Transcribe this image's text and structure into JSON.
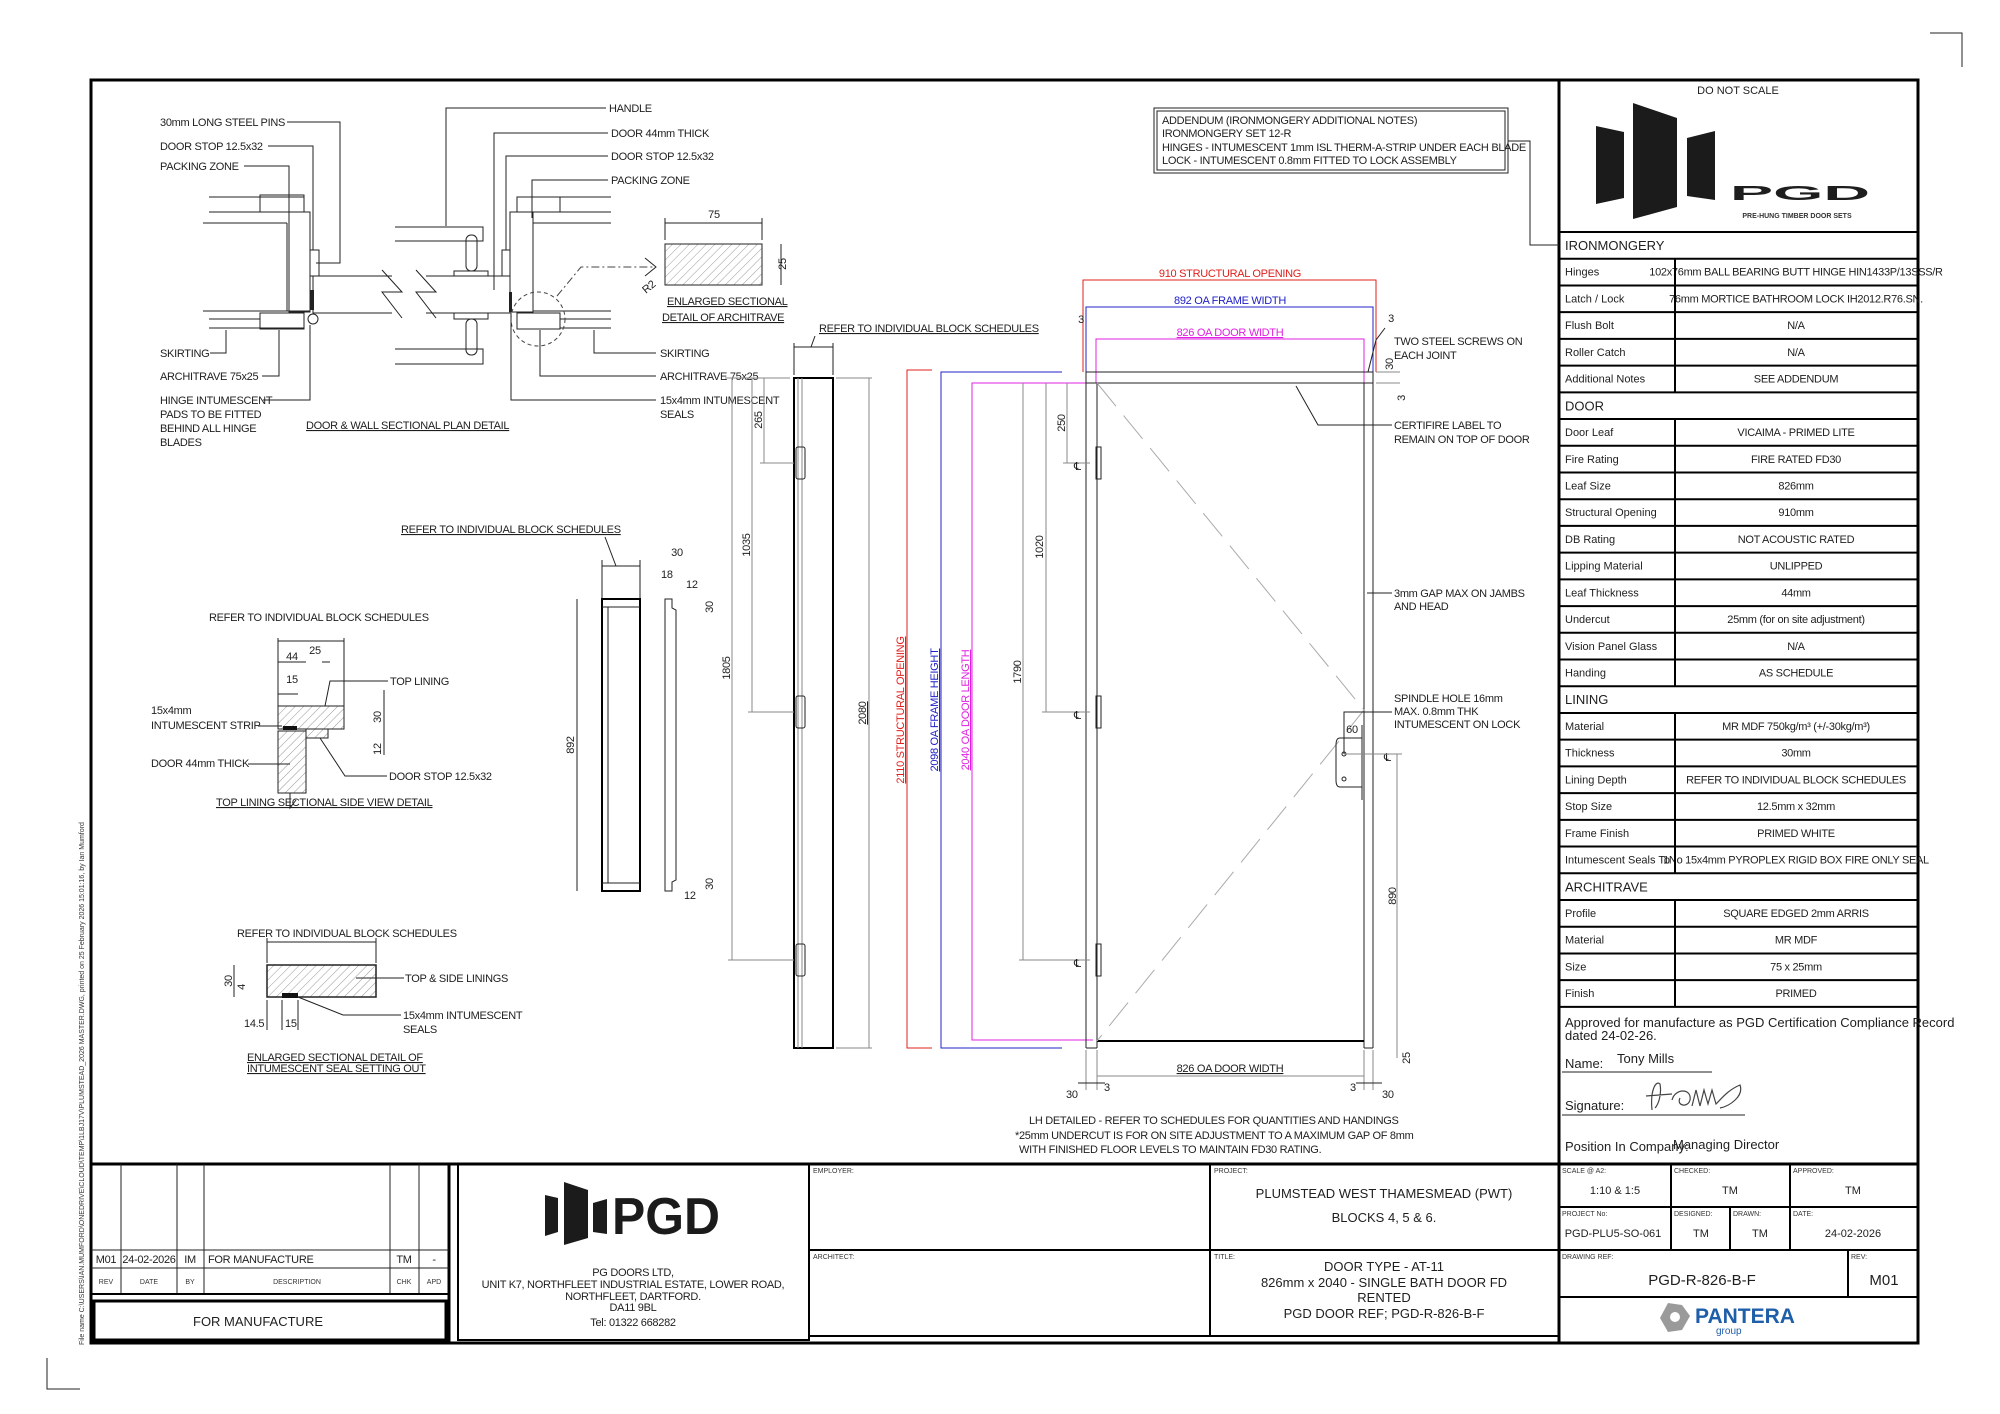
{
  "header": {
    "do_not_scale": "DO NOT SCALE",
    "logo_text": "PGD",
    "logo_tagline": "PRE-HUNG TIMBER DOOR SETS"
  },
  "spec": {
    "sections": [
      {
        "title": "IRONMONGERY",
        "rows": [
          {
            "label": "Hinges",
            "value": "102x76mm BALL BEARING BUTT HINGE HIN1433P/13SSS/R"
          },
          {
            "label": "Latch / Lock",
            "value": "76mm MORTICE BATHROOM LOCK IH2012.R76.SN."
          },
          {
            "label": "Flush Bolt",
            "value": "N/A"
          },
          {
            "label": "Roller Catch",
            "value": "N/A"
          },
          {
            "label": "Additional Notes",
            "value": "SEE ADDENDUM"
          }
        ]
      },
      {
        "title": "DOOR",
        "rows": [
          {
            "label": "Door Leaf",
            "value": "VICAIMA - PRIMED LITE"
          },
          {
            "label": "Fire Rating",
            "value": "FIRE RATED FD30"
          },
          {
            "label": "Leaf Size",
            "value": "826mm"
          },
          {
            "label": "Structural Opening",
            "value": "910mm"
          },
          {
            "label": "DB Rating",
            "value": "NOT ACOUSTIC RATED"
          },
          {
            "label": "Lipping Material",
            "value": "UNLIPPED"
          },
          {
            "label": "Leaf Thickness",
            "value": "44mm"
          },
          {
            "label": "Undercut",
            "value": "25mm (for on site adjustment)"
          },
          {
            "label": "Vision Panel Glass",
            "value": "N/A"
          },
          {
            "label": "Handing",
            "value": "AS SCHEDULE"
          }
        ]
      },
      {
        "title": "LINING",
        "rows": [
          {
            "label": "Material",
            "value": "MR MDF 750kg/m³ (+/-30kg/m³)"
          },
          {
            "label": "Thickness",
            "value": "30mm"
          },
          {
            "label": "Lining Depth",
            "value": "REFER TO INDIVIDUAL BLOCK SCHEDULES"
          },
          {
            "label": "Stop Size",
            "value": "12.5mm x 32mm"
          },
          {
            "label": "Frame Finish",
            "value": "PRIMED WHITE"
          },
          {
            "label": "Intumescent Seals To",
            "value": "1No 15x4mm PYROPLEX RIGID BOX FIRE ONLY SEAL"
          }
        ]
      },
      {
        "title": "ARCHITRAVE",
        "rows": [
          {
            "label": "Profile",
            "value": "SQUARE EDGED 2mm ARRIS"
          },
          {
            "label": "Material",
            "value": "MR MDF"
          },
          {
            "label": "Size",
            "value": "75 x 25mm"
          },
          {
            "label": "Finish",
            "value": "PRIMED"
          }
        ]
      }
    ]
  },
  "approval": {
    "statement_1": "Approved for manufacture as PGD Certification Compliance Record",
    "statement_2": "dated 24-02-26.",
    "name_label": "Name:",
    "name": "Tony Mills",
    "signature_label": "Signature:",
    "position_label": "Position In Company:",
    "position": "Managing Director"
  },
  "title_block": {
    "scale_label": "SCALE @ A2:",
    "scale": "1:10 & 1:5",
    "checked_label": "CHECKED:",
    "checked": "TM",
    "approved_label": "APPROVED:",
    "approved": "TM",
    "project_no_label": "PROJECT No:",
    "project_no": "PGD-PLU5-SO-061",
    "designed_label": "DESIGNED:",
    "designed": "TM",
    "drawn_label": "DRAWN:",
    "drawn": "TM",
    "date_label": "DATE:",
    "date": "24-02-2026",
    "drawing_ref_label": "DRAWING REF:",
    "drawing_ref": "PGD-R-826-B-F",
    "rev_label": "REV:",
    "rev": "M01",
    "pantera_name": "PANTERA",
    "pantera_sub": "group",
    "project_label": "PROJECT:",
    "project_1": "PLUMSTEAD WEST THAMESMEAD (PWT)",
    "project_2": "BLOCKS 4, 5 & 6.",
    "title_label": "TITLE:",
    "title_1": "DOOR TYPE - AT-11",
    "title_2": "826mm x 2040 - SINGLE BATH DOOR FD",
    "title_3": "RENTED",
    "title_4": "PGD DOOR REF; PGD-R-826-B-F",
    "employer_label": "EMPLOYER:",
    "architect_label": "ARCHITECT:",
    "company_logo": "PGD",
    "company_1": "PG DOORS LTD,",
    "company_2": "UNIT K7, NORTHFLEET INDUSTRIAL ESTATE, LOWER ROAD,",
    "company_3": "NORTHFLEET, DARTFORD.",
    "company_4": "DA11 9BL",
    "company_5": "Tel: 01322 668282",
    "revisions": [
      {
        "rev": "M01",
        "date": "24-02-2026",
        "by": "IM",
        "description": "FOR MANUFACTURE",
        "chk": "TM",
        "apd": "-"
      }
    ],
    "rev_headers": {
      "rev": "REV",
      "date": "DATE",
      "by": "BY",
      "description": "DESCRIPTION",
      "chk": "CHK",
      "apd": "APD"
    },
    "status": "FOR MANUFACTURE"
  },
  "file_info": "File name C:\\USERS\\IAN.MUMFORD\\ONEDRIVE\\CLOUD\\TEMP\\1LBJ17V\\PLUMSTEAD_2026 MASTER.DWG, printed on 25 February 2026 15:01:16, by Ian Mumford",
  "drawing": {
    "colors": {
      "structural_opening": "#e0201c",
      "frame": "#2020c8",
      "door": "#e020e0"
    },
    "addendum": [
      "ADDENDUM (IRONMONGERY ADDITIONAL NOTES)",
      "IRONMONGERY SET 12-R",
      "HINGES - INTUMESCENT 1mm ISL THERM-A-STRIP UNDER EACH BLADE",
      "LOCK - INTUMESCENT 0.8mm FITTED TO LOCK ASSEMBLY"
    ],
    "plan": {
      "left_labels": [
        "30mm LONG STEEL PINS",
        "DOOR STOP 12.5x32",
        "PACKING ZONE",
        "SKIRTING",
        "ARCHITRAVE 75x25",
        "HINGE INTUMESCENT",
        "PADS TO BE FITTED",
        "BEHIND ALL HINGE",
        "BLADES"
      ],
      "right_labels": [
        "HANDLE",
        "DOOR 44mm THICK",
        "DOOR STOP 12.5x32",
        "PACKING ZONE",
        "SKIRTING",
        "ARCHITRAVE 75x25",
        "15x4mm INTUMESCENT",
        "SEALS"
      ],
      "title": "DOOR & WALL SECTIONAL PLAN DETAIL"
    },
    "architrave": {
      "width": "75",
      "height": "25",
      "radius": "R2",
      "title_1": "ENLARGED SECTIONAL",
      "title_2": "DETAIL OF ARCHITRAVE"
    },
    "top_lining": {
      "note": "REFER TO INDIVIDUAL BLOCK SCHEDULES",
      "d44": "44",
      "d25": "25",
      "d15": "15",
      "d30": "30",
      "d12": "12",
      "label_top_lining": "TOP LINING",
      "label_strip_1": "15x4mm",
      "label_strip_2": "INTUMESCENT STRIP",
      "label_door": "DOOR 44mm THICK",
      "label_stop": "DOOR STOP 12.5x32",
      "title": "TOP LINING SECTIONAL SIDE VIEW DETAIL"
    },
    "head_lining": {
      "note": "REFER TO INDIVIDUAL BLOCK SCHEDULES",
      "length": "892",
      "d30": "30",
      "d18": "18",
      "d12": "12",
      "top30": "30",
      "bottom30": "30",
      "bottom12": "12"
    },
    "seal": {
      "note": "REFER TO INDIVIDUAL BLOCK SCHEDULES",
      "d30": "30",
      "d4": "4",
      "d14_5": "14.5",
      "d15": "15",
      "label_linings": "TOP & SIDE LININGS",
      "label_seals_1": "15x4mm INTUMESCENT",
      "label_seals_2": "SEALS",
      "title_1": "ENLARGED SECTIONAL DETAIL OF",
      "title_2": "INTUMESCENT SEAL SETTING OUT"
    },
    "jamb": {
      "note": "REFER TO INDIVIDUAL BLOCK SCHEDULES",
      "d265": "265",
      "d1035": "1035",
      "d1805": "1805",
      "d2080": "2080"
    },
    "overall": {
      "so_height": "2110 STRUCTURAL OPENING",
      "frame_height": "2098 OA FRAME HEIGHT",
      "door_length": "2040 OA DOOR LENGTH",
      "so_width": "910 STRUCTURAL OPENING",
      "frame_width": "892 OA FRAME WIDTH",
      "door_width": "826 OA DOOR WIDTH"
    },
    "door": {
      "d250": "250",
      "d1020": "1020",
      "d1790": "1790",
      "d890": "890",
      "d60": "60",
      "d25": "25",
      "d3_left": "3",
      "d3_right": "3",
      "d30_head": "30",
      "d3_head": "3",
      "bottom_width": "826 OA DOOR WIDTH",
      "b30_left": "30",
      "b3_left": "3",
      "b3_right": "3",
      "b30_right": "30",
      "cl": "℄",
      "screws_1": "TWO STEEL SCREWS ON",
      "screws_2": "EACH JOINT",
      "certifire_1": "CERTIFIRE LABEL TO",
      "certifire_2": "REMAIN ON TOP OF DOOR",
      "gap_1": "3mm GAP MAX ON JAMBS",
      "gap_2": "AND HEAD",
      "spindle_1": "SPINDLE HOLE 16mm",
      "spindle_2": "MAX. 0.8mm THK",
      "spindle_3": "INTUMESCENT ON LOCK"
    },
    "notes": [
      "LH DETAILED - REFER TO SCHEDULES FOR QUANTITIES AND HANDINGS",
      "*25mm UNDERCUT IS FOR ON SITE ADJUSTMENT TO A MAXIMUM GAP OF 8mm",
      "WITH FINISHED FLOOR LEVELS TO MAINTAIN FD30 RATING."
    ]
  }
}
